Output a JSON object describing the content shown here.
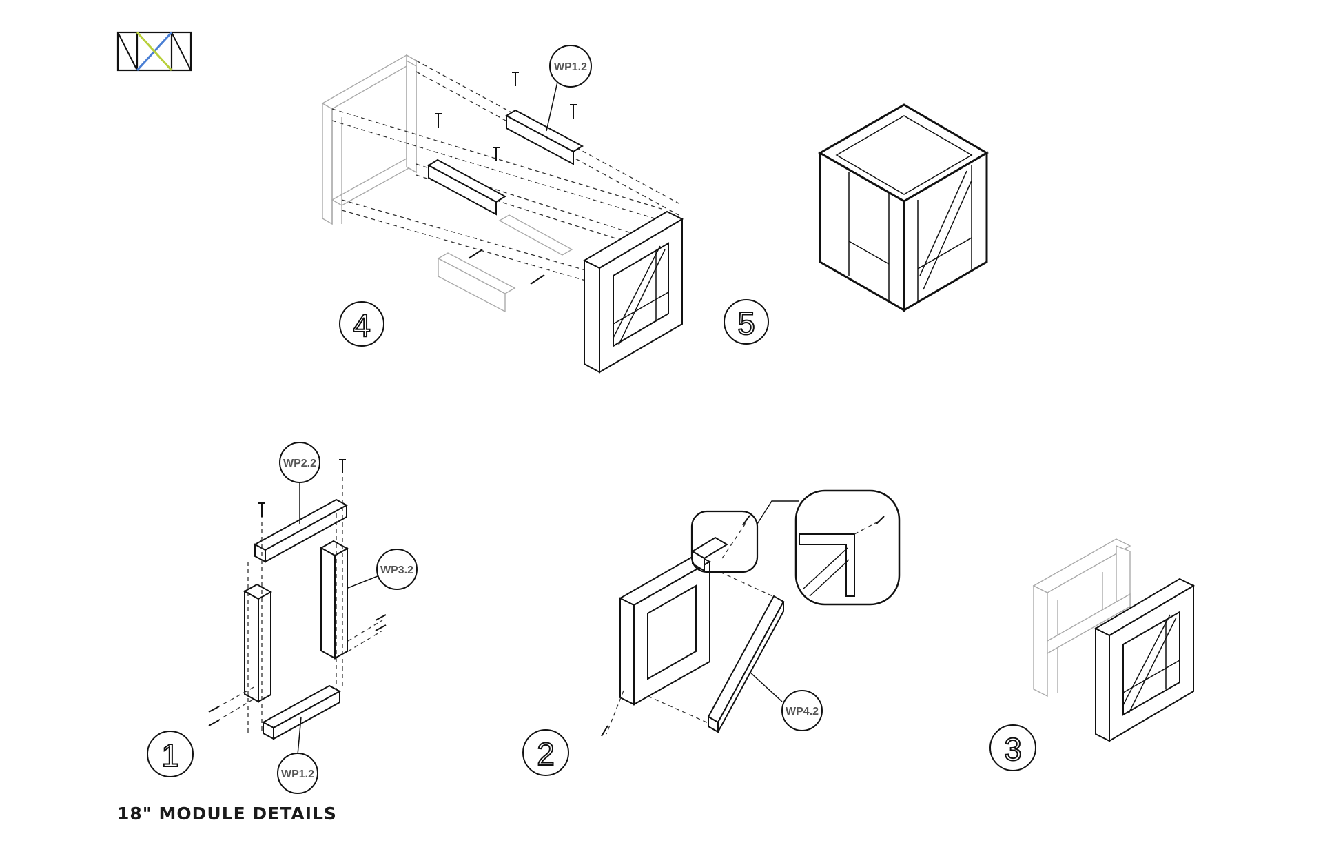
{
  "caption": "18\" MODULE DETAILS",
  "steps": [
    "1",
    "2",
    "3",
    "4",
    "5"
  ],
  "part_labels": {
    "wp1_top": "WP1.2",
    "wp2": "WP2.2",
    "wp3": "WP3.2",
    "wp1_bottom": "WP1.2",
    "wp4": "WP4.2"
  },
  "logo": {
    "icon": "nxn-logo-icon",
    "colors": {
      "blue": "#4a7fd4",
      "green": "#b8cf3a"
    }
  }
}
